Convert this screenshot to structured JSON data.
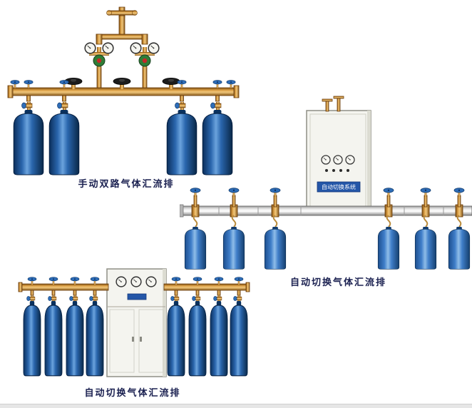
{
  "page": {
    "background": "#ffffff"
  },
  "products": [
    {
      "id": "manual-dual-gas-manifold",
      "caption": "手动双路气体汇流排"
    },
    {
      "id": "auto-switch-gas-manifold",
      "caption": "自动切换气体汇流排"
    },
    {
      "id": "auto-switch-gas-manifold-2",
      "caption": "自动切换气体汇流排"
    }
  ],
  "control_cabinet": {
    "label": "自动切换系统"
  },
  "icons": [
    "pressure-gauge-icon",
    "valve-handwheel-icon",
    "gas-cylinder",
    "regulator",
    "control-cabinet"
  ],
  "colors": {
    "cylinder_blue": "#2a66ad",
    "cylinder_light_blue": "#3f7ec9",
    "brass": "#d99c42",
    "steel_pipe": "#d9d9d9",
    "cabinet_body": "#f4f4ef",
    "label_plate_blue": "#2456a8",
    "handwheel_blue": "#2e6db8",
    "handwheel_black": "#1c1c1c",
    "caption_text": "#1a2050"
  }
}
